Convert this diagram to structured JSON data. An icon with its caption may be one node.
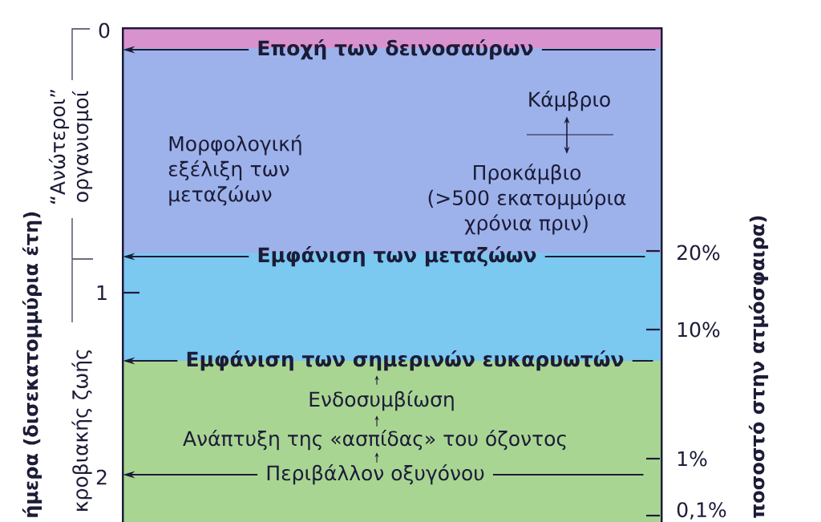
{
  "diagram": {
    "nodes": [
      {
        "text": [
          "Μορφολογική εξέλιξη των μεταζώων"
        ]
      },
      {
        "text": [
          "Εποχή των δεινοσαύρων"
        ],
        "in": 0
      },
      {
        "text": [
          "Κάμβριο"
        ],
        "in": 0
      },
      {
        "text": [
          "Προκάμβιο",
          "(>500 εκατομμύρια χρόνια πριν)"
        ],
        "in": 0
      },
      {
        "text": [
          "Εμφάνιση των μεταζώων"
        ],
        "in": 0
      },
      {
        "text": [
          "Εμφάνιση των σημερινών ευκαρυωτών"
        ],
        "in": 0
      },
      {
        "text": [
          "Ενδοσυμβίωση"
        ],
        "in": 0
      },
      {
        "text": [
          "Ανάπτυξη της «ασπίδας» του όζοντος"
        ],
        "in": 0
      },
      {
        "text": [
          "Περιβάλλον οξυγόνου"
        ],
        "in": 0
      }
    ],
    "edges": [
      {
        "from": 1,
        "to": 0,
        "arrow": "to"
      },
      {
        "from": 0,
        "to": 1,
        "arrow": "none"
      },
      {
        "from": 2,
        "to": 3,
        "arrow": "both"
      },
      {
        "from": 4,
        "to": 0,
        "arrow": "to"
      },
      {
        "from": 0,
        "to": 4,
        "arrow": "none"
      },
      {
        "from": 5,
        "to": 0,
        "arrow": "to"
      },
      {
        "from": 0,
        "to": 5,
        "arrow": "none"
      },
      {
        "from": 8,
        "to": 7,
        "arrow": "to"
      },
      {
        "from": 7,
        "to": 6,
        "arrow": "to"
      },
      {
        "from": 6,
        "to": 5,
        "arrow": "to"
      },
      {
        "from": 8,
        "to": 0,
        "arrow": "to"
      },
      {
        "from": 0,
        "to": 8,
        "arrow": "none"
      }
    ],
    "labels": [
      "0",
      "“Ανώτεροι” οργανισμοί",
      "ήμερα (δισεκατομμύρια έτη)",
      "1",
      "κροβιακής ζωής",
      "2",
      "20%",
      "ποσοστό στην ατμόσφαιρα)",
      "10%",
      "1%",
      "0,1%"
    ]
  }
}
